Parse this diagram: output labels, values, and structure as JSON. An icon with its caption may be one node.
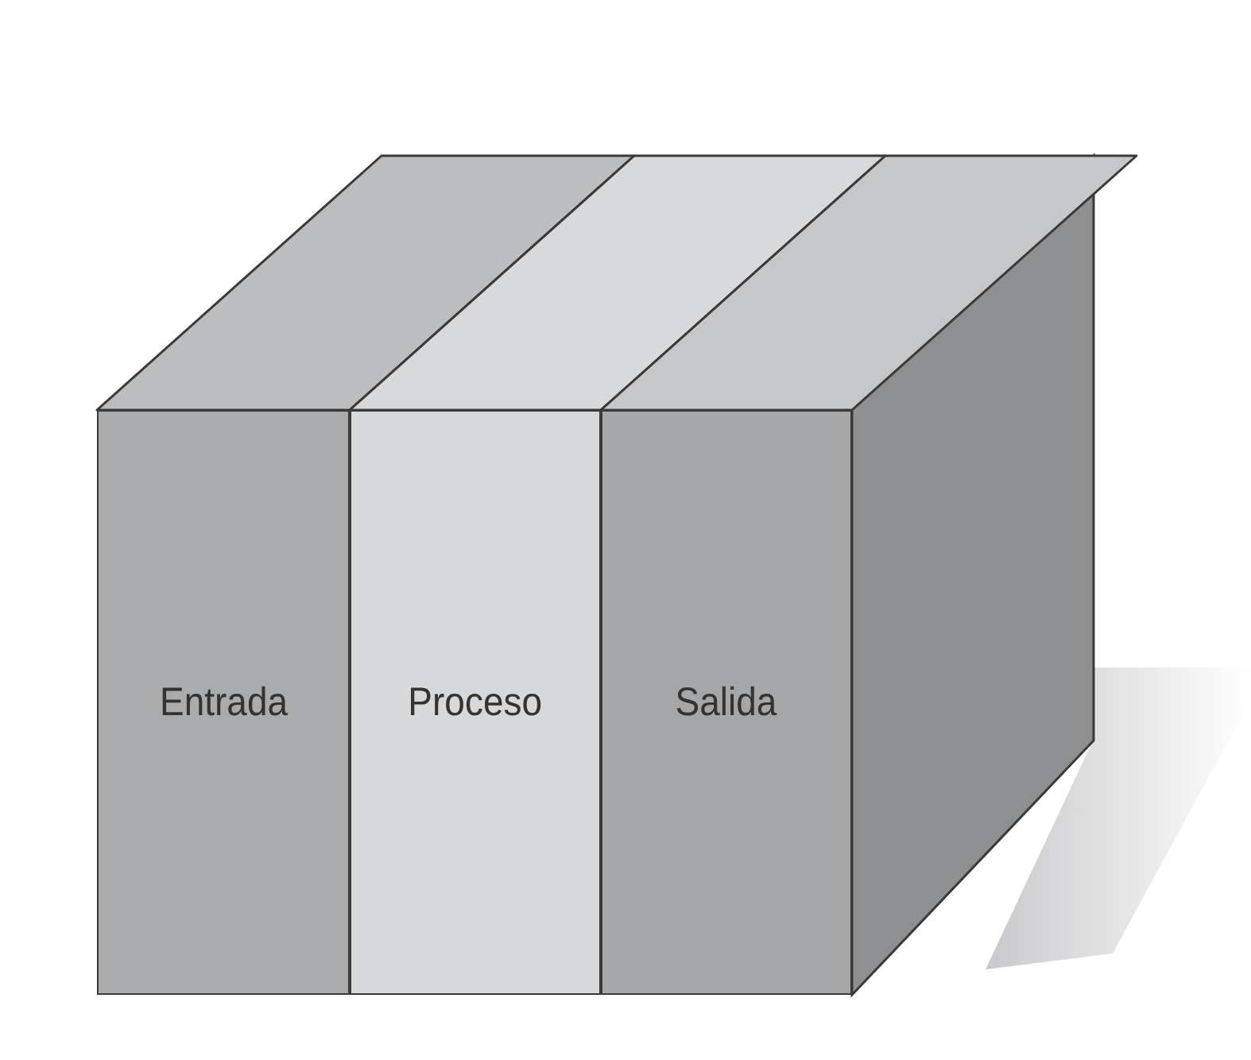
{
  "diagram": {
    "nodes": [
      {
        "text": [
          "Entrada"
        ]
      },
      {
        "text": [
          "Proceso"
        ]
      },
      {
        "text": [
          "Salida"
        ]
      }
    ]
  }
}
